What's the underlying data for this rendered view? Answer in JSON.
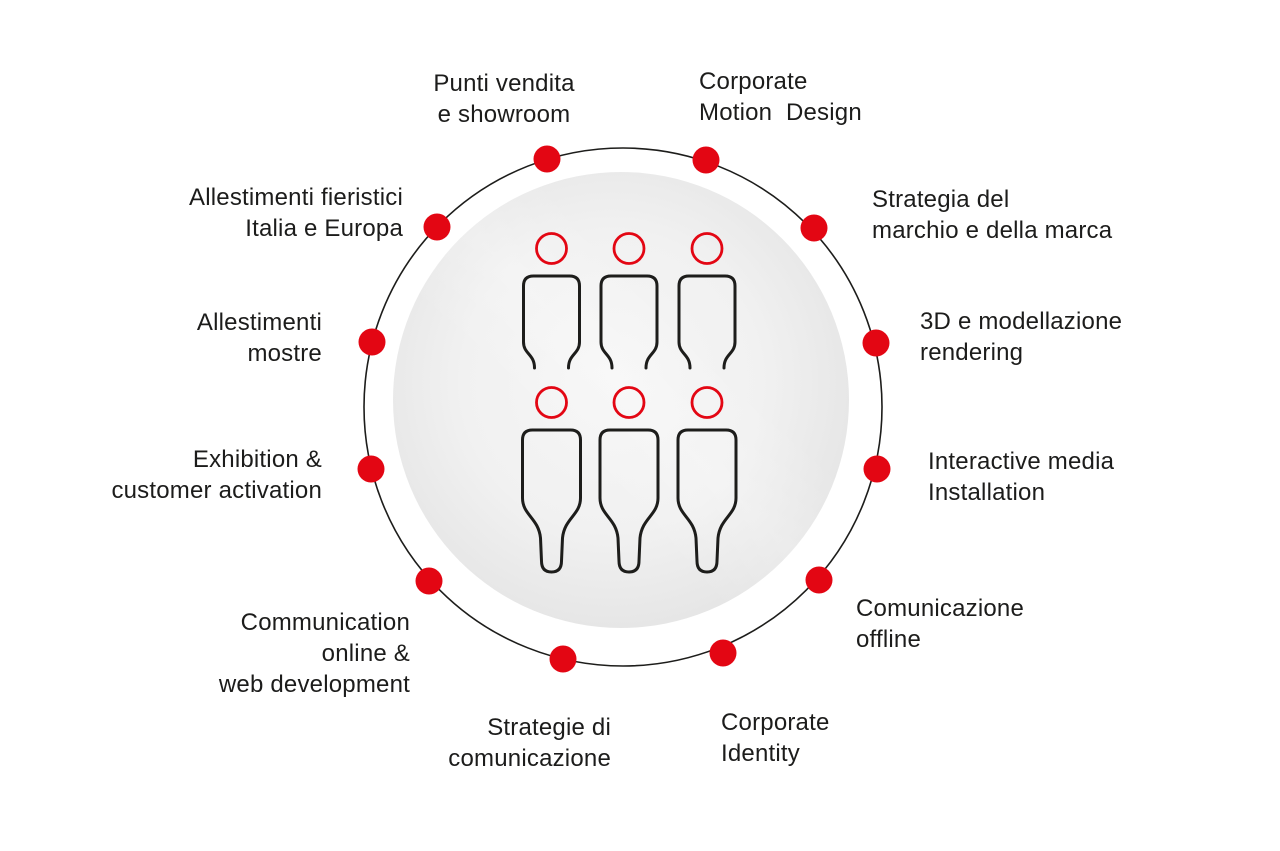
{
  "diagram": {
    "title": "agency services wheel",
    "colors": {
      "accent_red": "#e30613",
      "outline_black": "#1d1d1b",
      "text_black": "#1c1c1b",
      "inner_circle_light": "#f6f6f6",
      "inner_circle_edge": "#e3e3e3"
    },
    "center_group": {
      "icon": "person-icon",
      "people_count": 6,
      "rows": 2,
      "columns": 3
    },
    "node_count": 12,
    "services": [
      {
        "id": "punti-vendita",
        "text": "Punti vendita\ne showroom"
      },
      {
        "id": "corporate-motion-design",
        "text": "Corporate\nMotion  Design"
      },
      {
        "id": "strategia-del-marchio",
        "text": "Strategia del\nmarchio e della marca"
      },
      {
        "id": "3d-modellazione",
        "text": "3D e modellazione\nrendering"
      },
      {
        "id": "interactive-media",
        "text": "Interactive media\nInstallation"
      },
      {
        "id": "comunicazione-offline",
        "text": "Comunicazione\noffline"
      },
      {
        "id": "corporate-identity",
        "text": "Corporate\nIdentity"
      },
      {
        "id": "strategie-comunicazione",
        "text": "Strategie di\ncomunicazione"
      },
      {
        "id": "communication-online-web",
        "text": "Communication\nonline &\nweb development"
      },
      {
        "id": "exhibition-customer",
        "text": "Exhibition &\ncustomer activation"
      },
      {
        "id": "allestimenti-mostre",
        "text": "Allestimenti\nmostre"
      },
      {
        "id": "allestimenti-fieristici",
        "text": "Allestimenti fieristici\nItalia e Europa"
      }
    ]
  }
}
